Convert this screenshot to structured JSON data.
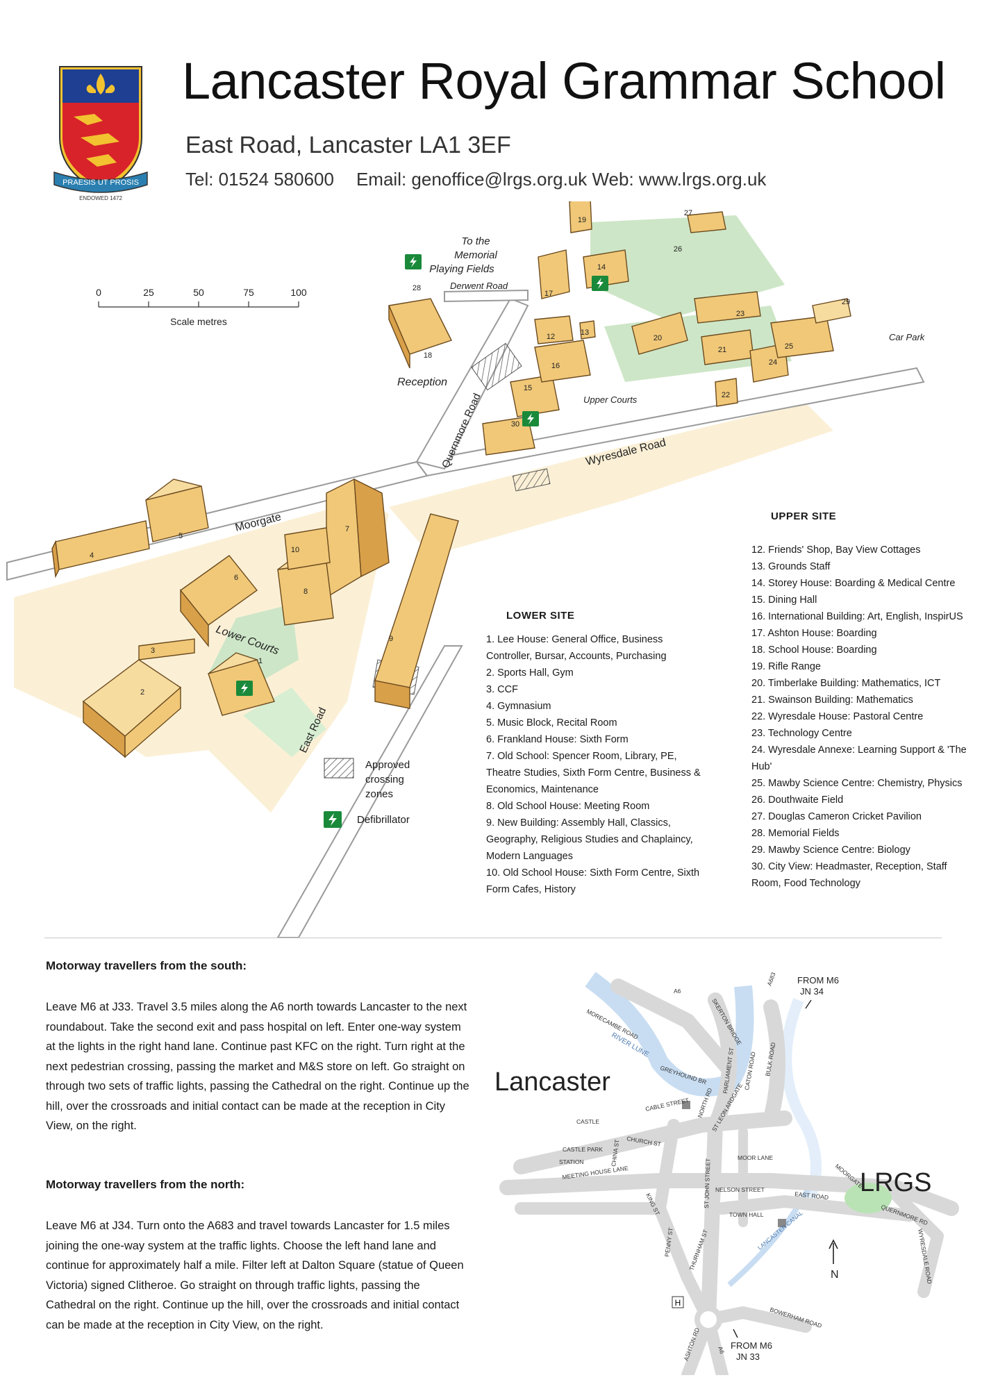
{
  "header": {
    "title": "Lancaster Royal Grammar School",
    "address": "East Road, Lancaster LA1 3EF",
    "tel": "Tel: 01524 580600",
    "email_web": "Email: genoffice@lrgs.org.uk Web: www.lrgs.org.uk",
    "crest_motto": "PRAESIS UT PROSIS",
    "crest_endowed": "ENDOWED 1472"
  },
  "scale": {
    "ticks": [
      "0",
      "25",
      "50",
      "75",
      "100"
    ],
    "label": "Scale metres"
  },
  "campus_labels": {
    "memorial_line1": "To the",
    "memorial_line2": "Memorial",
    "memorial_line3": "Playing Fields",
    "derwent": "Derwent Road",
    "reception": "Reception",
    "quernmore": "Quernmore Road",
    "wyresdale": "Wyresdale Road",
    "moorgate": "Moorgate",
    "east_road": "East Road",
    "lower_courts": "Lower Courts",
    "upper_courts": "Upper Courts",
    "car_park": "Car Park"
  },
  "buildings": [
    "1",
    "2",
    "3",
    "4",
    "5",
    "6",
    "7",
    "8",
    "9",
    "10",
    "12",
    "13",
    "14",
    "15",
    "16",
    "17",
    "18",
    "19",
    "20",
    "21",
    "22",
    "23",
    "24",
    "25",
    "26",
    "27",
    "28",
    "29",
    "30"
  ],
  "lower_site": {
    "heading": "LOWER SITE",
    "items": [
      "1.   Lee House: General Office, Business Controller, Bursar, Accounts, Purchasing",
      "2.   Sports Hall, Gym",
      "3.   CCF",
      "4.   Gymnasium",
      "5.   Music Block, Recital Room",
      "6.   Frankland House: Sixth Form",
      "7.   Old School: Spencer Room, Library, PE, Theatre Studies, Sixth Form Centre, Business & Economics, Maintenance",
      "8.   Old School House: Meeting Room",
      "9.   New Building: Assembly Hall, Classics, Geography, Religious Studies and Chaplaincy, Modern Languages",
      "10.  Old School House: Sixth Form Centre, Sixth Form Cafes, History"
    ]
  },
  "upper_site": {
    "heading": "UPPER SITE",
    "items": [
      "12.  Friends' Shop, Bay View Cottages",
      "13.  Grounds Staff",
      "14.  Storey House: Boarding & Medical Centre",
      "15.  Dining Hall",
      "16.  International Building:  Art,  English, InspirUS",
      "17.  Ashton House: Boarding",
      "18.  School House: Boarding",
      "19.  Rifle Range",
      "20.  Timberlake Building: Mathematics, ICT",
      "21.  Swainson Building: Mathematics",
      "22.  Wyresdale House: Pastoral Centre",
      "23.  Technology Centre",
      "24.  Wyresdale Annexe: Learning Support & 'The Hub'",
      "25.  Mawby Science Centre: Chemistry, Physics",
      "26.  Douthwaite Field",
      "27.  Douglas Cameron Cricket Pavilion",
      "28.  Memorial Fields",
      "29.  Mawby Science Centre: Biology",
      "30.  City View: Headmaster, Reception, Staff Room, Food Technology"
    ]
  },
  "key": {
    "crossing": "Approved crossing zones",
    "defib": "Defibrillator"
  },
  "directions": {
    "south_heading": "Motorway travellers from the south:",
    "south_text": "Leave M6 at J33. Travel 3.5 miles along the A6 north towards Lancaster to the next roundabout. Take the second exit and pass hospital on left. Enter one-way system at the lights in the right hand lane. Continue past KFC on the right. Turn right at the next pedestrian crossing, passing the market and M&S store on left. Go straight on through two sets of traffic lights, passing the Cathedral on the right. Continue up the hill, over the crossroads and initial contact can be made at the reception in City View, on the right.",
    "north_heading": "Motorway travellers from the north:",
    "north_text": "Leave M6 at J34. Turn onto the A683 and travel towards Lancaster for 1.5 miles joining the one-way system at the traffic lights. Choose the left hand lane and continue for approximately half a mile. Filter left at Dalton Square (statue of Queen Victoria) signed Clitheroe. Go straight on through traffic lights, passing the Cathedral on the right. Continue up the hill, over the crossroads and initial contact can be made at the reception in City View, on the right."
  },
  "location_map": {
    "town": "Lancaster",
    "school": "LRGS",
    "from_m6_north": "FROM M6",
    "jn34": "JN 34",
    "from_m6_south": "FROM M6",
    "jn33": "JN 33",
    "north_letter": "N",
    "roads": {
      "morecambe": "MORECAMBE ROAD",
      "river": "RIVER LUNE",
      "a6": "A6",
      "skerton": "SKERTON BRIDGE",
      "a683": "A683",
      "greyhound": "GREYHOUND BR",
      "parliament": "PARLIAMENT ST",
      "caton": "CATON ROAD",
      "bulk": "BULK ROAD",
      "cable": "CABLE STREET",
      "north_rd": "NORTH RD",
      "st_leon": "ST LEON ARDGATE",
      "castle": "CASTLE",
      "church": "CHURCH ST",
      "china": "CHINA ST",
      "castle_park": "CASTLE PARK",
      "station": "STATION",
      "meeting_house": "MEETING HOUSE LANE",
      "moor_lane": "MOOR LANE",
      "st_john": "ST JOHN STREET",
      "nelson": "NELSON STREET",
      "town_hall": "TOWN HALL",
      "east_road": "EAST ROAD",
      "moorgate": "MOORGATE",
      "quernmore": "QUERNMORE RD",
      "wyresdale": "WYRESDALE ROAD",
      "kings": "KING ST",
      "penny": "PENNY ST",
      "thurnham": "THURNHAM ST",
      "canal": "LANCASTER CANAL",
      "bowerham": "BOWERHAM ROAD",
      "ashton": "ASHTON RD",
      "a6_south": "A6",
      "hospital": "H"
    }
  },
  "colors": {
    "building": "#f0c878",
    "building_side": "#d9a04a",
    "building_roof": "#f7dca0",
    "outline": "#6b4a1e",
    "paving": "#fbf0d6",
    "grass": "#cde6c7",
    "road": "#ffffff",
    "road_edge": "#a0a0a0",
    "defib_green": "#1a8a3a",
    "loc_road": "#d8d8d8",
    "loc_river": "#c8ddf2",
    "loc_school": "#b9e3b4"
  }
}
